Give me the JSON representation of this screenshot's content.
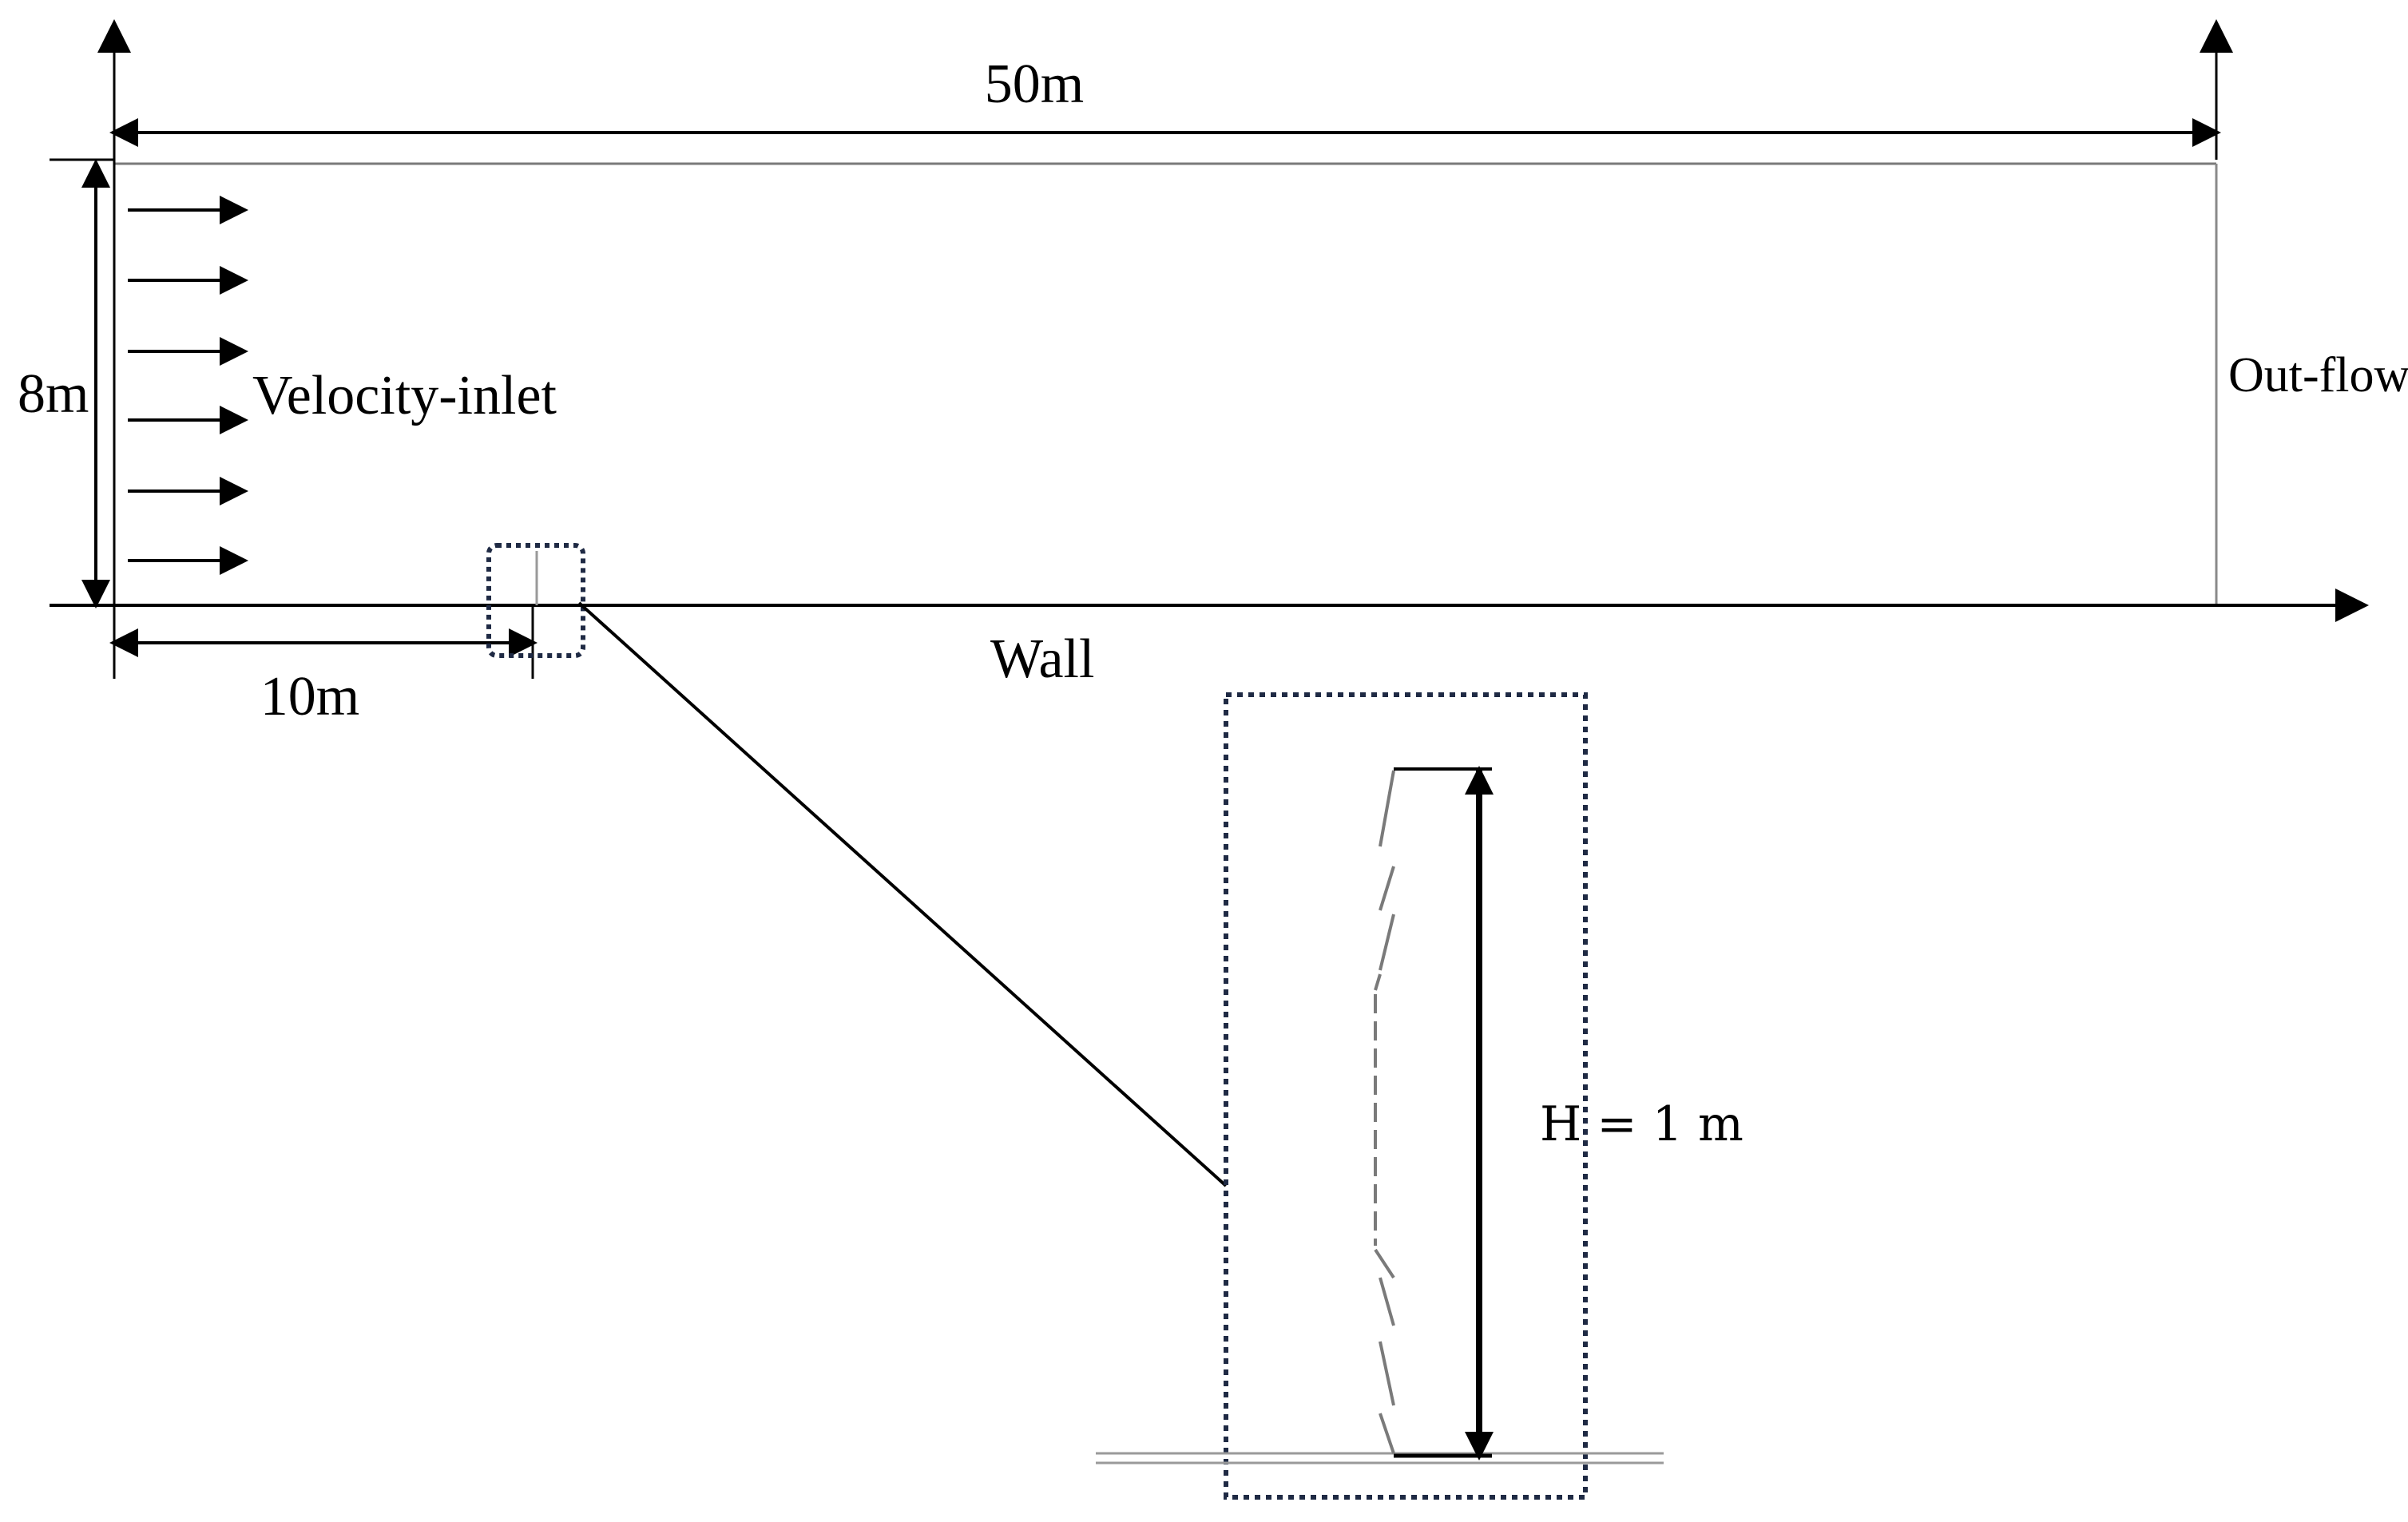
{
  "labels": {
    "length_total": "50m",
    "height": "8m",
    "inlet": "Velocity-inlet",
    "outlet": "Out-flow",
    "wall": "Wall",
    "obstacle_distance": "10m",
    "obstacle_height": "H = 1 m"
  },
  "colors": {
    "line": "#000000",
    "frame_dotted": "#1f2a44",
    "domain_edge": "#8a8a8a",
    "wall_gray": "#9a9a9a"
  }
}
